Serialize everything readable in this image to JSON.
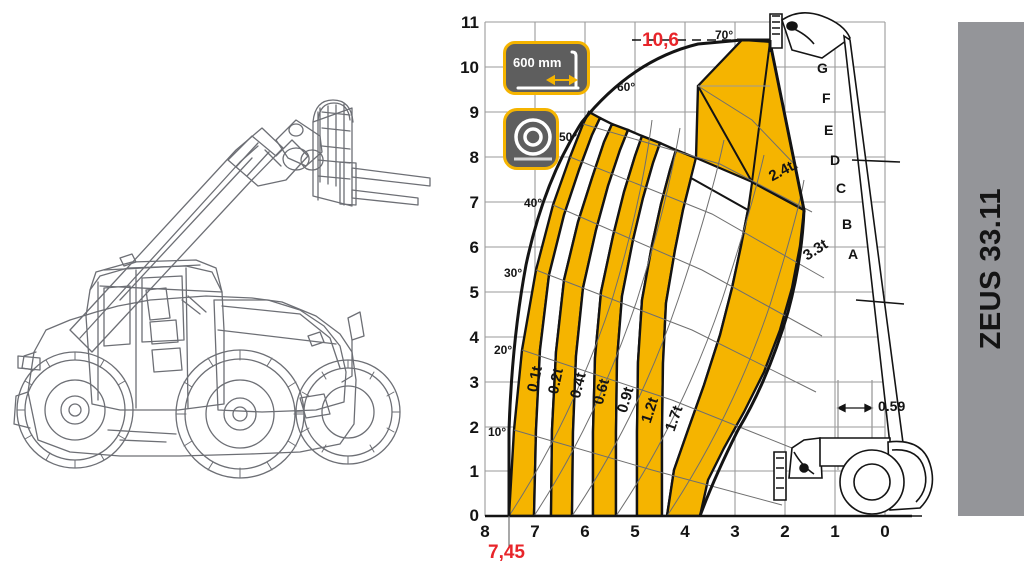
{
  "model": {
    "name": "ZEUS 33.11"
  },
  "badges": {
    "load_center": {
      "icon": "load-center-icon",
      "label": "600 mm"
    },
    "tyre": {
      "icon": "tyre-concentric-icon",
      "label": ""
    }
  },
  "annotations": {
    "max_height": {
      "value": "10,6",
      "color": "#E8252A"
    },
    "max_reach": {
      "value": "7,45",
      "color": "#E8252A"
    },
    "pivot_offset": {
      "value": "0.59",
      "color": "#141414"
    }
  },
  "chart_data": {
    "type": "line",
    "title": "",
    "xlabel": "",
    "ylabel": "",
    "xlim": [
      8,
      0
    ],
    "ylim": [
      0,
      11
    ],
    "grid": true,
    "legend": "none",
    "x_ticks": [
      "8",
      "7",
      "6",
      "5",
      "4",
      "3",
      "2",
      "1",
      "0"
    ],
    "y_ticks": [
      "0",
      "1",
      "2",
      "3",
      "4",
      "5",
      "6",
      "7",
      "8",
      "9",
      "10",
      "11"
    ],
    "max_lift_height": 10.6,
    "max_forward_reach": 7.45,
    "pivot_offset": 0.59,
    "load_center_mm": 600,
    "boom_angles_deg": [
      10,
      20,
      30,
      40,
      50,
      60,
      70
    ],
    "angle_labels": [
      "10°",
      "20°",
      "30°",
      "40°",
      "50°",
      "60°",
      "70°"
    ],
    "capacity_bands_t": [
      0.1,
      0.2,
      0.4,
      0.6,
      0.9,
      1.2,
      1.7,
      2.4,
      3.3
    ],
    "capacity_labels": [
      "0.1t",
      "0.2t",
      "0.4t",
      "0.6t",
      "0.9t",
      "1.2t",
      "1.7t",
      "2.4t",
      "3.3t"
    ],
    "zone_labels": [
      "A",
      "B",
      "C",
      "D",
      "E",
      "F",
      "G"
    ],
    "colors": {
      "band_fill": "#F5B400",
      "grid": "#9a9a9a",
      "envelope": "#141414",
      "accent_red": "#E8252A",
      "model_bar": "#949599"
    }
  }
}
